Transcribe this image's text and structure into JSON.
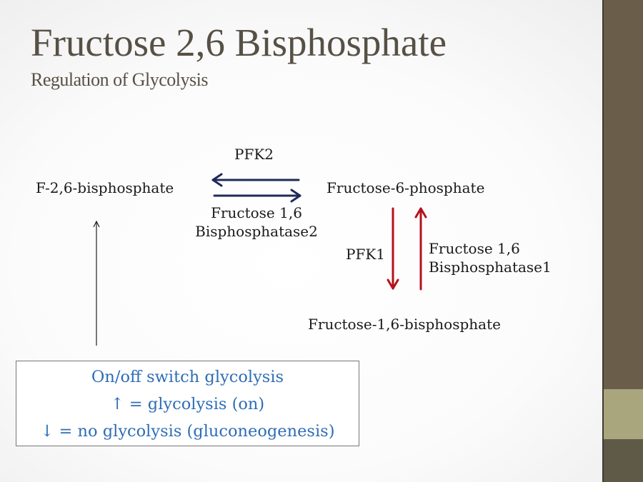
{
  "slide": {
    "title": "Fructose 2,6 Bisphosphate",
    "subtitle": "Regulation of Glycolysis"
  },
  "diagram": {
    "nodes": {
      "f26bp": "F-2,6-bisphosphate",
      "f6p": "Fructose-6-phosphate",
      "f16bp": "Fructose-1,6-bisphosphate"
    },
    "enzymes": {
      "pfk2": "PFK2",
      "fbpase2_line1": "Fructose 1,6",
      "fbpase2_line2": "Bisphosphatase2",
      "pfk1": "PFK1",
      "fbpase1_line1": "Fructose 1,6",
      "fbpase1_line2": "Bisphosphatase1"
    },
    "colors": {
      "horizontal_arrows": "#1f2a5a",
      "vertical_arrows": "#b5121b",
      "box_text": "#2e6db5"
    }
  },
  "note_box": {
    "line1": "On/off switch glycolysis",
    "line2": "↑ = glycolysis (on)",
    "line3": "↓ = no glycolysis (gluconeogenesis)"
  }
}
